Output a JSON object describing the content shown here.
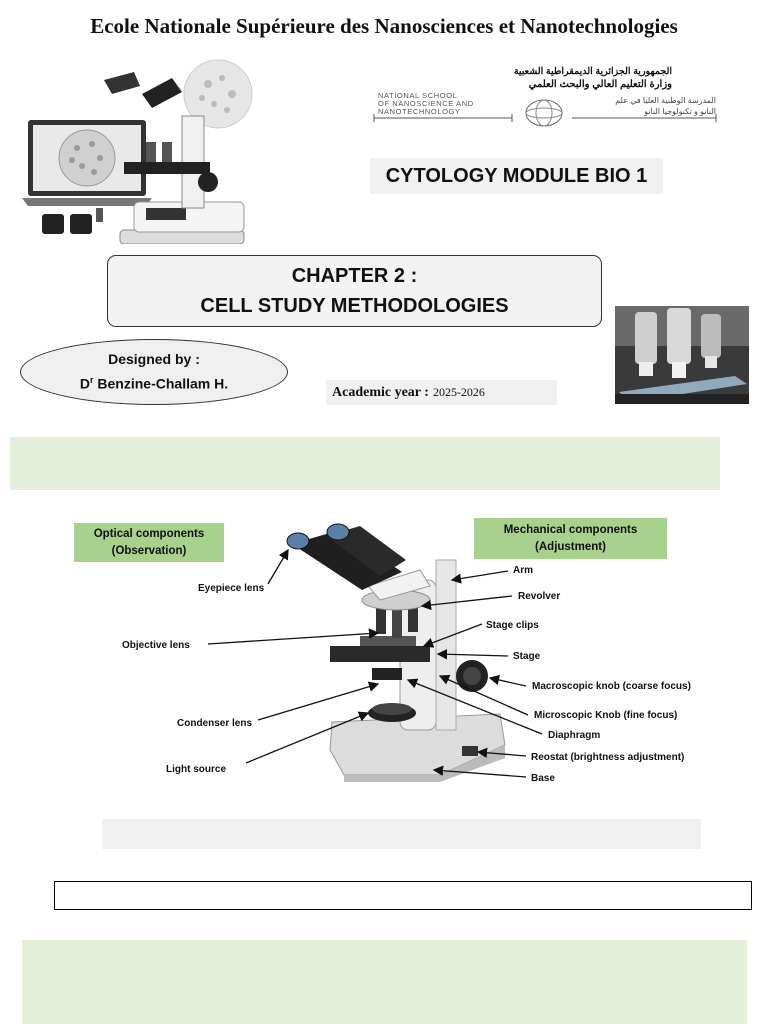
{
  "header": {
    "school_title": "Ecole Nationale Supérieure des Nanosciences et Nanotechnologies"
  },
  "logo": {
    "ar_line1": "الجمهورية الجزائرية الديمقراطية الشعبية",
    "ar_line2": "وزارة التعليم العالي والبحث العلمي",
    "en_line1": "NATIONAL SCHOOL",
    "en_line2": "OF NANOSCIENCE AND",
    "en_line3": "NANOTECHNOLOGY",
    "ar_line3": "المدرسة الوطنية العليا في علم",
    "ar_line4": "النانو و تكنولوجيا النانو"
  },
  "module": {
    "title": "CYTOLOGY MODULE BIO 1"
  },
  "chapter": {
    "line1": "CHAPTER 2 :",
    "line2": "CELL STUDY METHODOLOGIES"
  },
  "designer": {
    "label": "Designed by :",
    "name_prefix": "D",
    "name_sup": "r",
    "name": " Benzine-Challam H."
  },
  "academic": {
    "label": "Academic year :",
    "value": "2025-2026"
  },
  "diagram": {
    "optical_title_line1": "Optical components",
    "optical_title_line2": "(Observation)",
    "mechanical_title_line1": "Mechanical components",
    "mechanical_title_line2": "(Adjustment)",
    "labels": {
      "eyepiece": "Eyepiece lens",
      "objective": "Objective lens",
      "condenser": "Condenser lens",
      "light": "Light source",
      "arm": "Arm",
      "revolver": "Revolver",
      "stage_clips": "Stage clips",
      "stage": "Stage",
      "macro": "Macroscopic knob (coarse focus)",
      "micro": "Microscopic Knob (fine focus)",
      "diaphragm": "Diaphragm",
      "reostat": "Reostat (brightness adjustment)",
      "base": "Base"
    }
  },
  "colors": {
    "green_box": "#a9d18e",
    "green_band": "#e4efd8",
    "gray_box": "#f0f0f0"
  }
}
